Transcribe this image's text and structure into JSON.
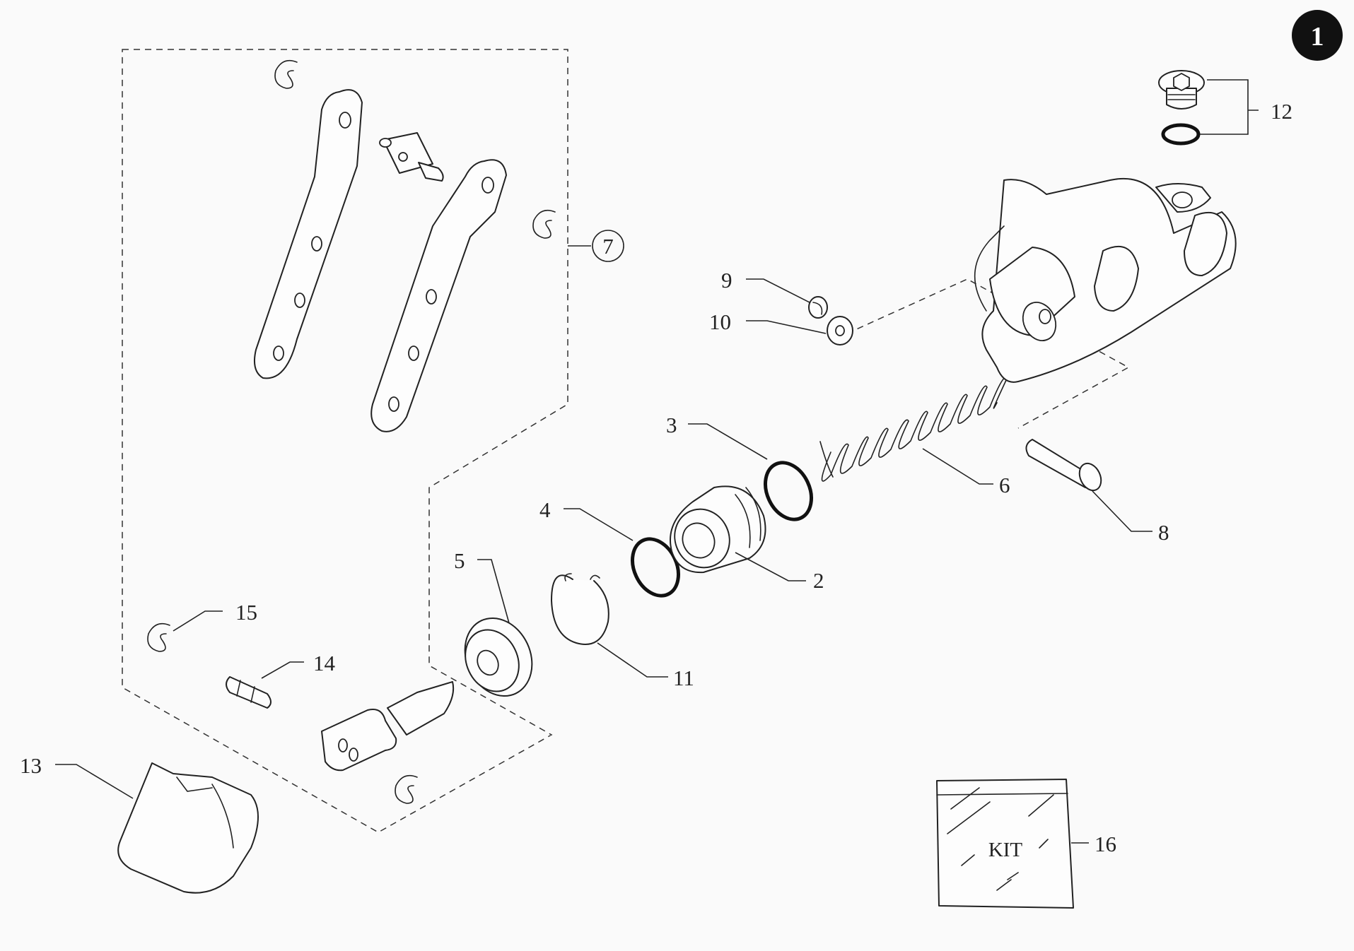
{
  "diagram": {
    "page_number": "1",
    "kit_label": "KIT",
    "callouts": {
      "c2": "2",
      "c3": "3",
      "c4": "4",
      "c5": "5",
      "c6": "6",
      "c7": "7",
      "c8": "8",
      "c9": "9",
      "c10": "10",
      "c11": "11",
      "c12": "12",
      "c13": "13",
      "c14": "14",
      "c15": "15",
      "c16": "16"
    }
  }
}
